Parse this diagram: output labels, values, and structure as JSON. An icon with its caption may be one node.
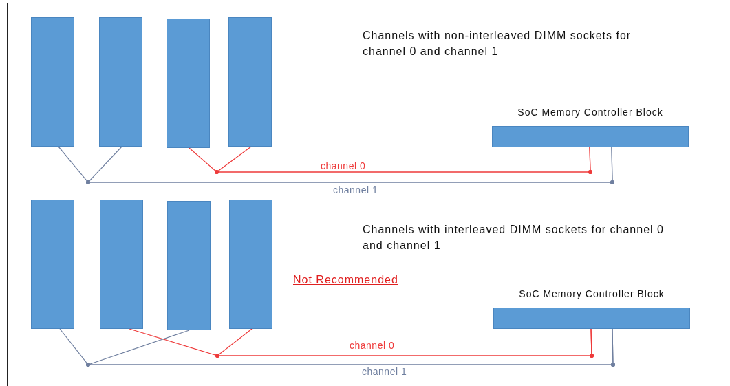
{
  "diagram": {
    "nodes": [
      {
        "text": [],
        "shape": "bar"
      },
      {
        "text": [],
        "shape": "bar"
      },
      {
        "text": [],
        "shape": "bar"
      },
      {
        "text": [],
        "shape": "bar"
      },
      {
        "text": [
          "SoC Memory Controller Block"
        ]
      },
      {
        "text": [],
        "shape": "bar"
      },
      {
        "text": [],
        "shape": "bar"
      },
      {
        "text": [],
        "shape": "bar"
      },
      {
        "text": [],
        "shape": "bar"
      },
      {
        "text": [
          "SoC Memory Controller Block"
        ]
      }
    ],
    "edges": [
      {
        "from": 4,
        "to": 2,
        "arrow": "none",
        "label": "channel 0",
        "color": "#ee3a3a"
      },
      {
        "from": 4,
        "to": 3,
        "arrow": "none",
        "color": "#ee3a3a"
      },
      {
        "from": 4,
        "to": 0,
        "arrow": "none",
        "label": "channel 1",
        "color": "#6f7f9f"
      },
      {
        "from": 4,
        "to": 1,
        "arrow": "none",
        "color": "#6f7f9f"
      },
      {
        "from": 9,
        "to": 6,
        "arrow": "none",
        "label": "channel 0",
        "color": "#ee3a3a"
      },
      {
        "from": 9,
        "to": 8,
        "arrow": "none",
        "color": "#ee3a3a"
      },
      {
        "from": 9,
        "to": 5,
        "arrow": "none",
        "label": "channel 1",
        "color": "#6f7f9f"
      },
      {
        "from": 9,
        "to": 7,
        "arrow": "none",
        "color": "#6f7f9f"
      }
    ],
    "labels": [
      "Channels with non-interleaved DIMM sockets for channel 0 and channel 1",
      "Channels with interleaved DIMM sockets for channel 0 and channel 1",
      "Not Recommended"
    ]
  }
}
